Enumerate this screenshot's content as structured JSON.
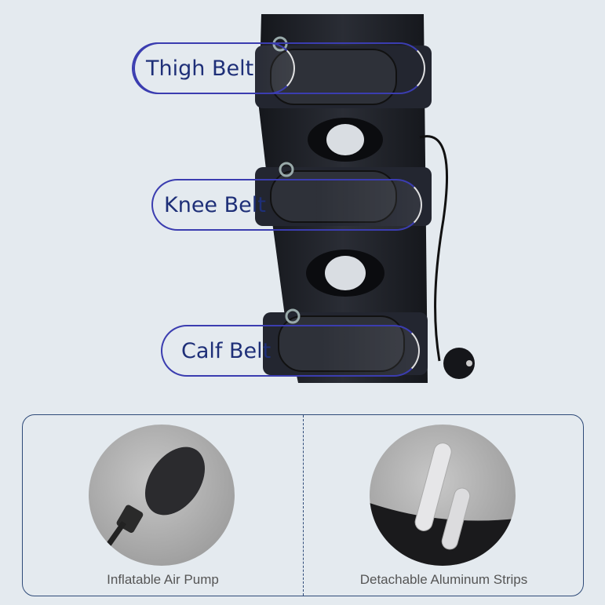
{
  "labels": [
    {
      "id": "thigh",
      "text": "Thigh Belt"
    },
    {
      "id": "knee",
      "text": "Knee Belt"
    },
    {
      "id": "calf",
      "text": "Calf Belt"
    }
  ],
  "features": [
    {
      "id": "pump",
      "caption": "Inflatable Air Pump",
      "icon": "air-pump-bulb"
    },
    {
      "id": "strips",
      "caption": "Detachable Aluminum Strips",
      "icon": "aluminum-strips"
    }
  ],
  "colors": {
    "background": "#e4eaef",
    "label_text": "#1e2f78",
    "pill_border": "#3b3db0",
    "panel_border": "#2e4a78",
    "brace": "#1e2026"
  }
}
